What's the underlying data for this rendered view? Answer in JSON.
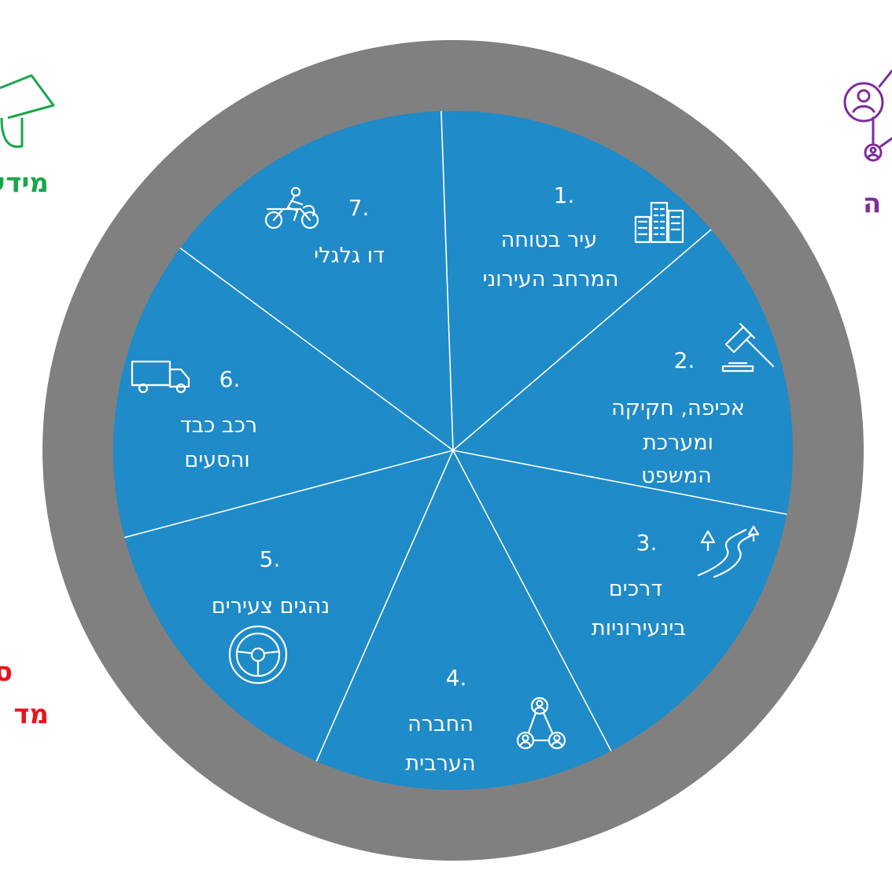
{
  "diagram": {
    "colors": {
      "ring": "#808080",
      "wheel": "#1f8bc8",
      "divider": "#ffffff",
      "text": "#ffffff",
      "green": "#1aa64a",
      "purple": "#7d2d9c",
      "red": "#e8141c"
    },
    "segments": [
      {
        "number": "1.",
        "lines": [
          "עיר בטוחה",
          "המרחב העירוני"
        ],
        "icon": "city-buildings-icon"
      },
      {
        "number": "2.",
        "lines": [
          "אכיפה, חקיקה",
          "ומערכת",
          "המשפט"
        ],
        "icon": "gavel-icon"
      },
      {
        "number": "3.",
        "lines": [
          "דרכים",
          "בינעירוניות"
        ],
        "icon": "winding-road-icon"
      },
      {
        "number": "4.",
        "lines": [
          "החברה",
          "הערבית"
        ],
        "icon": "community-network-icon"
      },
      {
        "number": "5.",
        "lines": [
          "נהגים צעירים"
        ],
        "icon": "steering-wheel-icon"
      },
      {
        "number": "6.",
        "lines": [
          "רכב כבד",
          "והסעים"
        ],
        "icon": "truck-icon"
      },
      {
        "number": "7.",
        "lines": [
          "דו גלגלי"
        ],
        "icon": "motorcycle-icon"
      }
    ],
    "outer_labels": {
      "left_top": {
        "text": "מידע",
        "icon": "graduation-cap-icon"
      },
      "right_top": {
        "text": "ה",
        "icon": "network-people-icon"
      },
      "left_bottom": {
        "lines": [
          "ס",
          "מד"
        ]
      }
    }
  }
}
